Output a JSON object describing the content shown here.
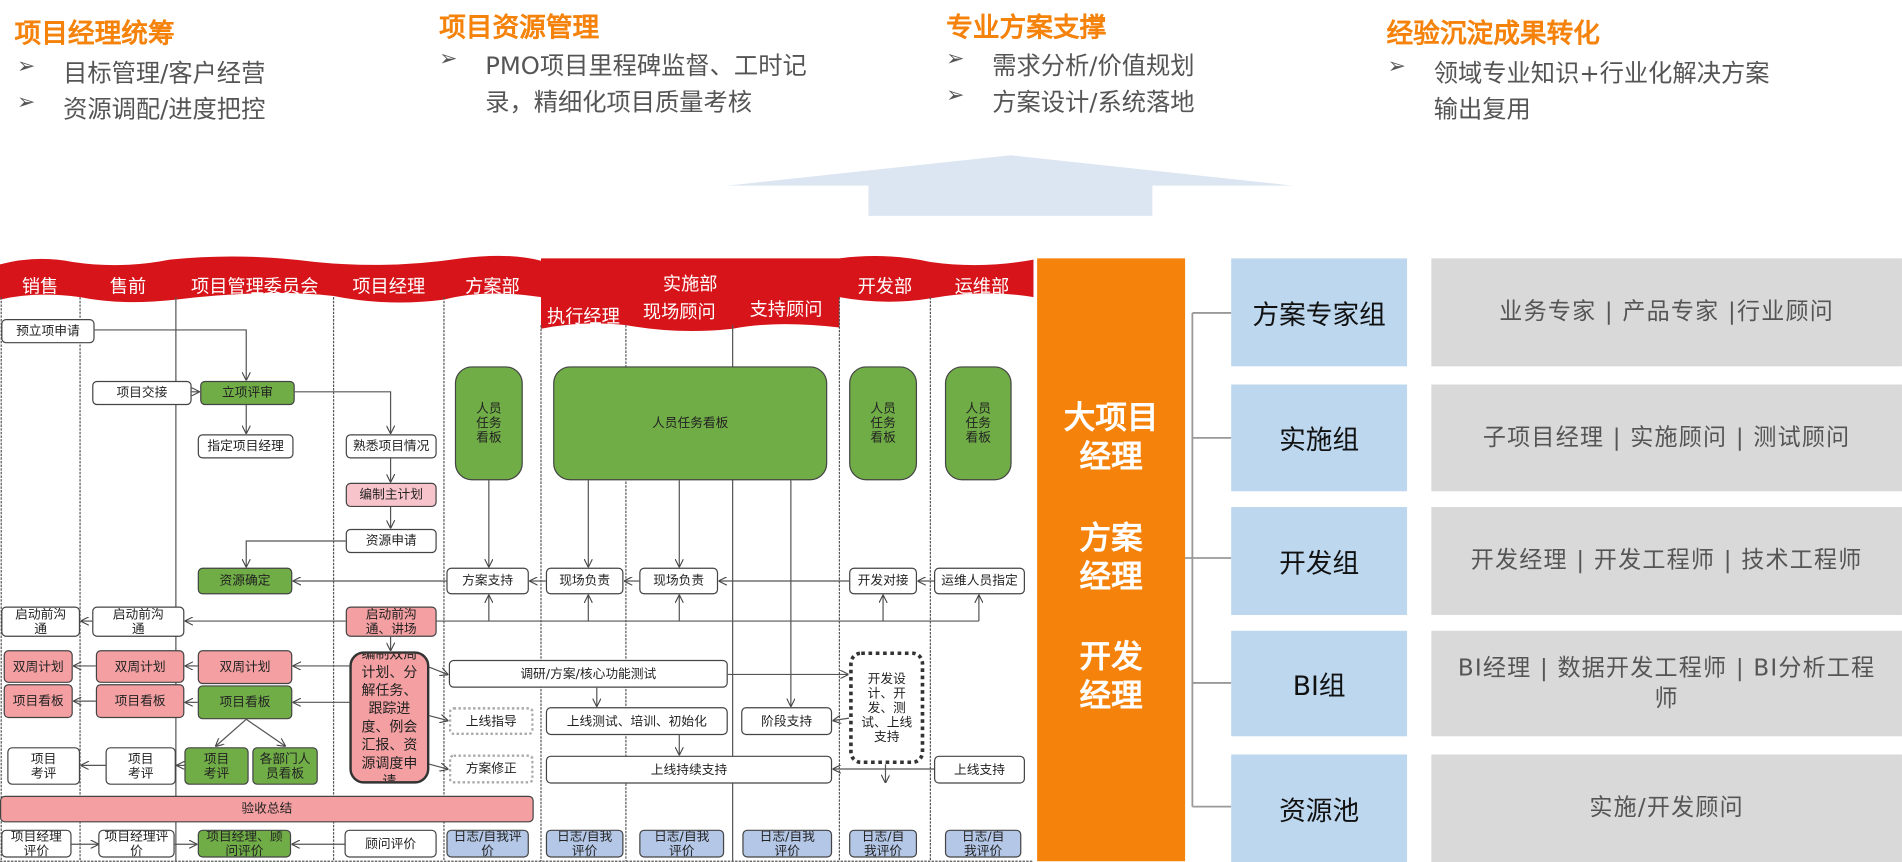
{
  "top": {
    "sections": [
      {
        "title": "项目经理统筹",
        "bullets": [
          "目标管理/客户经营",
          "资源调配/进度把控"
        ]
      },
      {
        "title": "项目资源管理",
        "bullets": [
          "PMO项目里程碑监督、工时记",
          "录，精细化项目质量考核"
        ]
      },
      {
        "title": "专业方案支撑",
        "bullets": [
          "需求分析/价值规划",
          "方案设计/系统落地"
        ]
      },
      {
        "title": "经验沉淀成果转化",
        "bullets": [
          "领域专业知识+行业化解决方案",
          "输出复用"
        ]
      }
    ],
    "bullet_glyph": "➢",
    "arrow_color": "#dce6f2"
  },
  "lanes": {
    "headers": [
      "销售",
      "售前",
      "项目管理委员会",
      "项目经理",
      "方案部",
      "实施部",
      "开发部",
      "运维部"
    ],
    "impl_sub": [
      "执行经理",
      "现场顾问",
      "支持顾问"
    ],
    "header_color": "#d7141a"
  },
  "nodes": {
    "pre_apply": "预立项申请",
    "handover": "项目交接",
    "review": "立项评审",
    "assign_pm": "指定项目经理",
    "familiar": "熟悉项目情况",
    "master_plan": "编制主计划",
    "res_apply": "资源申请",
    "res_confirm": "资源确定",
    "task_board_2line": "人员任务看板",
    "task_board": "人员任务看板",
    "plan_support": "方案支持",
    "site_lead": "现场负责",
    "dev_connect": "开发对接",
    "ops_assign": "运维人员指定",
    "kickoff": "启动前沟通",
    "kickoff_pm": "启动前沟通、讲场",
    "biweekly": "双周计划",
    "proj_board": "项目看板",
    "pm_work": "编制双周计划、分解任务、跟踪进度、例会汇报、资源调度申请",
    "proj_eval": "项目考评",
    "dept_board": "各部门人员看板",
    "research": "调研/方案/核心功能测试",
    "golive_guide": "上线指导",
    "plan_fix": "方案修正",
    "golive_test": "上线测试、培训、初始化",
    "stage_support": "阶段支持",
    "dev_work": "开发设计、开发、测试、上线支持",
    "continuous": "上线持续支持",
    "golive_support": "上线支持",
    "acceptance": "验收总结",
    "pm_eval": "项目经理评价",
    "pm_consult_eval": "项目经理、顾问评价",
    "consult_eval": "顾问评价",
    "self_eval": "日志/自我评价"
  },
  "roles": [
    "大项目经理",
    "方案经理",
    "开发经理"
  ],
  "groups": [
    {
      "name": "方案专家组",
      "members": "业务专家 | 产品专家 |行业顾问"
    },
    {
      "name": "实施组",
      "members": "子项目经理 | 实施顾问 | 测试顾问"
    },
    {
      "name": "开发组",
      "members": "开发经理 | 开发工程师 | 技术工程师"
    },
    {
      "name": "BI组",
      "members": "BI经理 | 数据开发工程师 | BI分析工程师"
    },
    {
      "name": "资源池",
      "members": "实施/开发顾问"
    }
  ],
  "colors": {
    "orange": "#f5820a",
    "green": "#70ad47",
    "pink": "#f4a0a3",
    "blue": "#b4c7e7",
    "group_blue": "#bdd7ee",
    "gray": "#d9d9d9"
  }
}
